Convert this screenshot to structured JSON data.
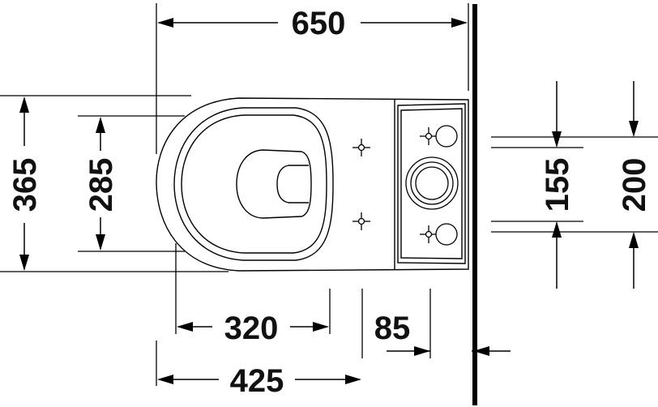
{
  "dimensions": {
    "overall_length": "650",
    "overall_width": "365",
    "seat_width": "285",
    "bowl_depth": "320",
    "wall_gap": "85",
    "axis_to_front": "425",
    "outlet_spacing_inner": "155",
    "outlet_spacing_outer": "200"
  }
}
